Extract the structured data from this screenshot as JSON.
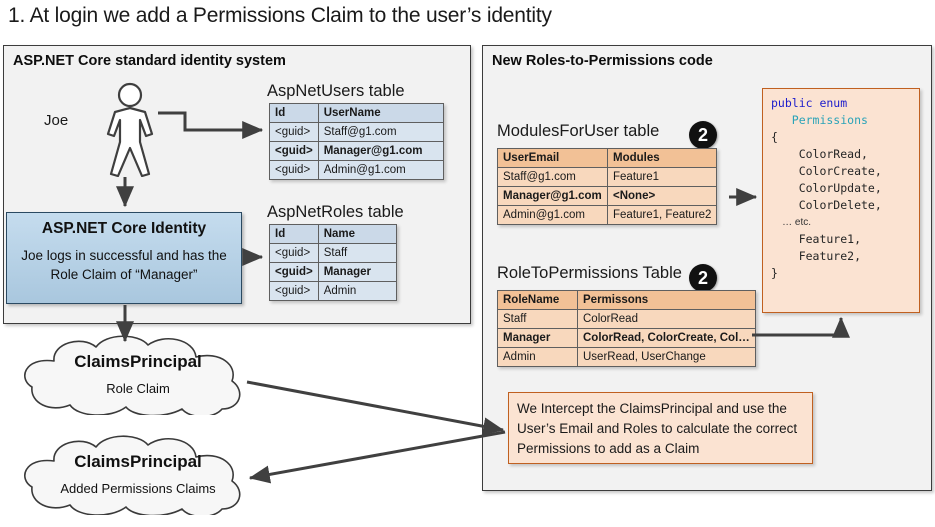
{
  "title": "1. At login we add a Permissions Claim to the user’s identity",
  "panels": {
    "left_title": "ASP.NET Core standard identity system",
    "right_title": "New Roles-to-Permissions code"
  },
  "actor": {
    "label": "Joe",
    "icon": "person-icon"
  },
  "identity_box": {
    "heading": "ASP.NET Core Identity",
    "body": "Joe logs in successful and has the Role Claim of  “Manager”"
  },
  "tables": {
    "asp_net_users": {
      "caption": "AspNetUsers table",
      "headers": [
        "Id",
        "UserName"
      ],
      "rows": [
        {
          "cells": [
            "<guid>",
            "Staff@g1.com"
          ],
          "bold": false
        },
        {
          "cells": [
            "<guid>",
            "Manager@g1.com"
          ],
          "bold": true
        },
        {
          "cells": [
            "<guid>",
            "Admin@g1.com"
          ],
          "bold": false
        }
      ]
    },
    "asp_net_roles": {
      "caption": "AspNetRoles table",
      "headers": [
        "Id",
        "Name"
      ],
      "rows": [
        {
          "cells": [
            "<guid>",
            "Staff"
          ],
          "bold": false
        },
        {
          "cells": [
            "<guid>",
            "Manager"
          ],
          "bold": true
        },
        {
          "cells": [
            "<guid>",
            "Admin"
          ],
          "bold": false
        }
      ]
    },
    "modules_for_user": {
      "caption": "ModulesForUser table",
      "badge": "2",
      "headers": [
        "UserEmail",
        "Modules"
      ],
      "rows": [
        {
          "cells": [
            "Staff@g1.com",
            "Feature1"
          ],
          "bold": false
        },
        {
          "cells": [
            "Manager@g1.com",
            "<None>"
          ],
          "bold": true
        },
        {
          "cells": [
            "Admin@g1.com",
            "Feature1, Feature2"
          ],
          "bold": false
        }
      ]
    },
    "role_to_permissions": {
      "caption": "RoleToPermissions Table",
      "badge": "2",
      "headers": [
        "RoleName",
        "Permissons"
      ],
      "rows": [
        {
          "cells": [
            "Staff",
            "ColorRead"
          ],
          "bold": false
        },
        {
          "cells": [
            "Manager",
            "ColorRead, ColorCreate, Col…"
          ],
          "bold": true
        },
        {
          "cells": [
            "Admin",
            "UserRead, UserChange"
          ],
          "bold": false
        }
      ]
    }
  },
  "clouds": [
    {
      "title": "ClaimsPrincipal",
      "subtitle": "Role Claim"
    },
    {
      "title": "ClaimsPrincipal",
      "subtitle": "Added Permissions Claims"
    }
  ],
  "code": {
    "lines": [
      {
        "text": "public enum",
        "style": "kw"
      },
      {
        "text": "   Permissions",
        "style": "tp"
      },
      {
        "text": "{",
        "style": "plain"
      },
      {
        "text": "    ColorRead,",
        "style": "plain"
      },
      {
        "text": "    ColorCreate,",
        "style": "plain"
      },
      {
        "text": "    ColorUpdate,",
        "style": "plain"
      },
      {
        "text": "    ColorDelete,",
        "style": "plain"
      },
      {
        "text": "    … etc.",
        "style": "dim"
      },
      {
        "text": "    Feature1,",
        "style": "plain"
      },
      {
        "text": "    Feature2,",
        "style": "plain"
      },
      {
        "text": "}",
        "style": "plain"
      }
    ]
  },
  "note": {
    "text": "We Intercept the ClaimsPrincipal and use the User’s Email and Roles to calculate the correct Permissions to add as a Claim"
  },
  "colors": {
    "panel_bg": "#f2f2f2",
    "panel_border": "#3c3c3c",
    "identity_fill": "#b7d2e6",
    "table_blue": "#d9e4ef",
    "table_blue_header": "#cbd9e8",
    "table_orange": "#f8d8bd",
    "table_orange_header": "#f2c196",
    "code_bg": "#fbe3d2",
    "code_border": "#c06020",
    "arrow": "#404040",
    "badge_bg": "#111111"
  }
}
